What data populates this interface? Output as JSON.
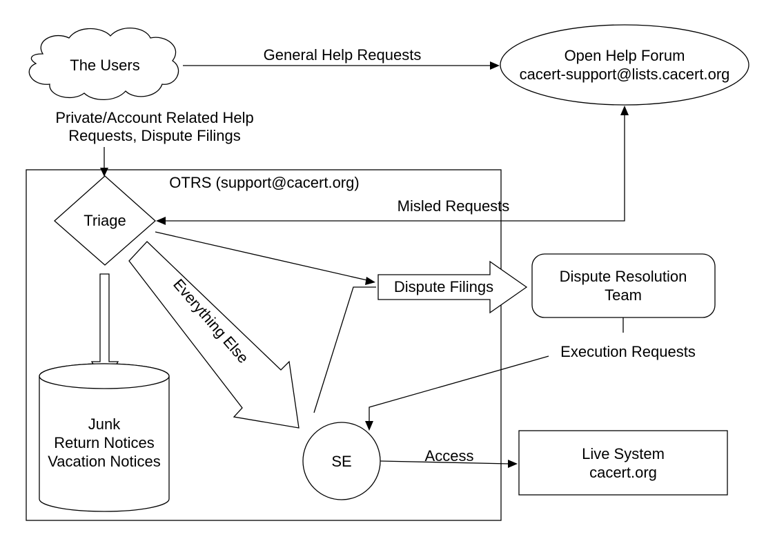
{
  "nodes": {
    "users": "The Users",
    "forum_line1": "Open Help Forum",
    "forum_line2": "cacert-support@lists.cacert.org",
    "otrs": "OTRS (support@cacert.org)",
    "triage": "Triage",
    "dispute_team_line1": "Dispute Resolution",
    "dispute_team_line2": "Team",
    "junk_line1": "Junk",
    "junk_line2": "Return Notices",
    "junk_line3": "Vacation Notices",
    "se": "SE",
    "live_line1": "Live System",
    "live_line2": "cacert.org"
  },
  "edges": {
    "general_help": "General Help Requests",
    "private_line1": "Private/Account Related Help",
    "private_line2": "Requests, Dispute Filings",
    "misled": "Misled Requests",
    "dispute_filings": "Dispute Filings",
    "everything_else": "Everything Else",
    "execution": "Execution Requests",
    "access": "Access"
  }
}
